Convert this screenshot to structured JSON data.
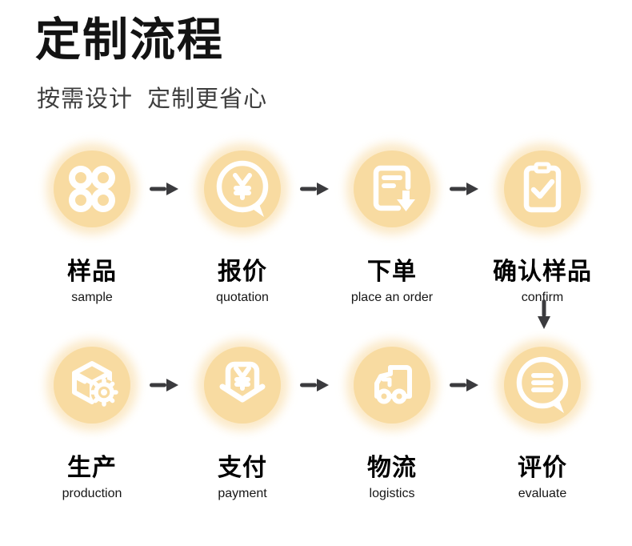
{
  "header": {
    "title": "定制流程",
    "subtitle": "按需设计  定制更省心"
  },
  "colors": {
    "background": "#ffffff",
    "circle": "#f8dba1",
    "circle_glow": "rgba(248,219,161,0.6)",
    "icon_stroke": "#ffffff",
    "arrow": "#3b3b3e",
    "title_text": "#131313",
    "subtitle_text": "#3e3e3e",
    "label_zh": "#000000",
    "label_en": "#161616"
  },
  "steps": [
    {
      "zh": "样品",
      "en": "sample",
      "icon": "four-rings-icon"
    },
    {
      "zh": "报价",
      "en": "quotation",
      "icon": "price-bubble-icon"
    },
    {
      "zh": "下单",
      "en": "place an order",
      "icon": "order-download-icon"
    },
    {
      "zh": "确认样品",
      "en": "confirm",
      "icon": "clipboard-check-icon"
    },
    {
      "zh": "生产",
      "en": "production",
      "icon": "box-gear-icon"
    },
    {
      "zh": "支付",
      "en": "payment",
      "icon": "payment-yuan-icon"
    },
    {
      "zh": "物流",
      "en": "logistics",
      "icon": "truck-icon"
    },
    {
      "zh": "评价",
      "en": "evaluate",
      "icon": "comment-bubble-icon"
    }
  ],
  "connectors": {
    "right_arrow_count": 6,
    "down_arrow_count": 1
  }
}
